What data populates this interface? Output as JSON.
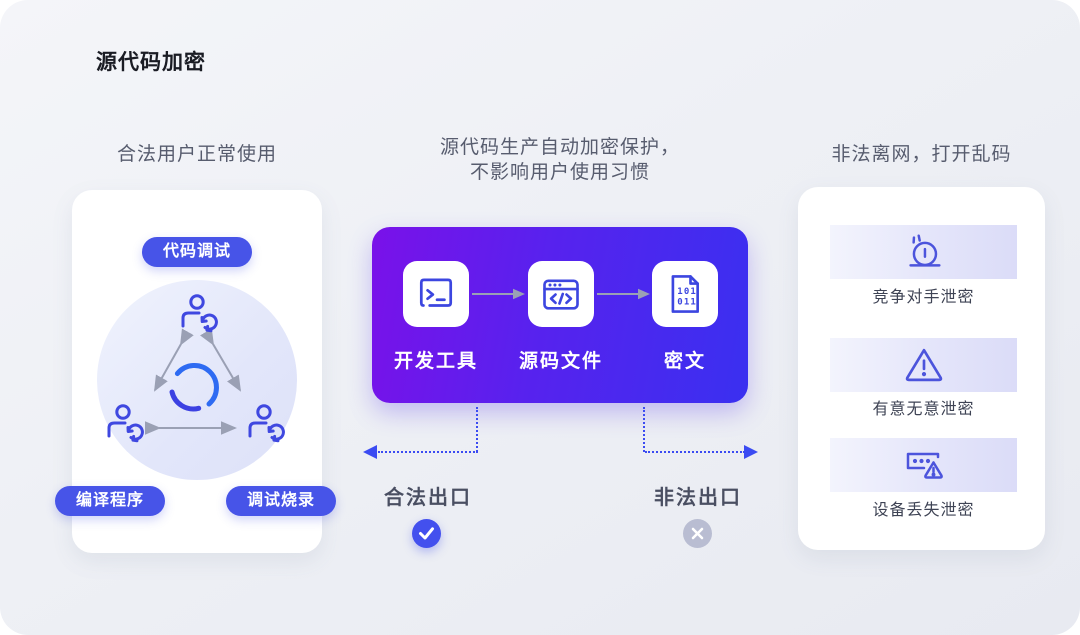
{
  "page_title": "源代码加密",
  "left": {
    "heading": "合法用户正常使用",
    "badge_top": "代码调试",
    "badge_bottom_left": "编译程序",
    "badge_bottom_right": "调试烧录",
    "icons": [
      "user-sync-icon",
      "user-sync-icon",
      "user-sync-icon",
      "sync-spinner-icon"
    ]
  },
  "middle": {
    "heading_line1": "源代码生产自动加密保护，",
    "heading_line2": "不影响用户使用习惯",
    "flow": [
      {
        "label": "开发工具",
        "icon": "terminal-icon"
      },
      {
        "label": "源码文件",
        "icon": "code-file-icon"
      },
      {
        "label": "密文",
        "icon": "cipher-file-icon"
      }
    ],
    "exit_left": {
      "label": "合法出口",
      "icon": "check-icon"
    },
    "exit_right": {
      "label": "非法出口",
      "icon": "cross-icon"
    }
  },
  "right": {
    "heading": "非法离网，打开乱码",
    "items": [
      {
        "label": "竞争对手泄密",
        "icon": "alarm-icon"
      },
      {
        "label": "有意无意泄密",
        "icon": "warning-triangle-icon"
      },
      {
        "label": "设备丢失泄密",
        "icon": "password-leak-icon"
      }
    ]
  },
  "colors": {
    "accent_blue": "#4754e8",
    "check_blue": "#4350ee",
    "cross_gray": "#b9bdd2",
    "flow_gradient_start": "#7a11e9",
    "flow_gradient_end": "#3a30f0",
    "dotted_line_blue": "#3b4bf2",
    "icon_stroke_blue": "#3c46e0",
    "arrow_gray": "#9aa0b4",
    "heading_gray": "#575c6e",
    "canvas_bg": "#eef0f5"
  }
}
